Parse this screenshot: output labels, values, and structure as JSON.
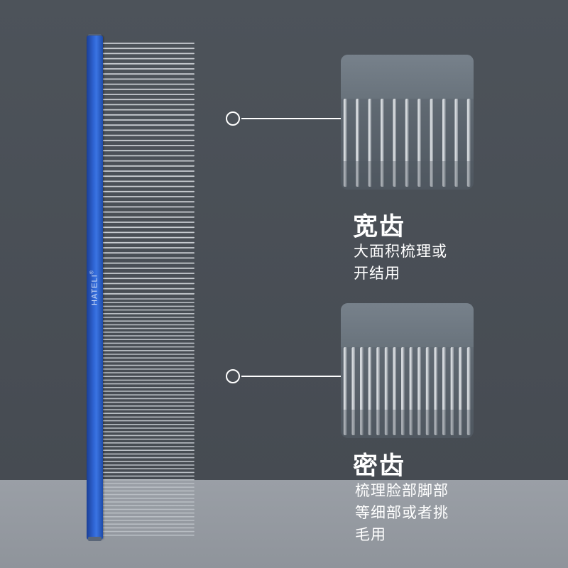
{
  "brand": {
    "name": "HATELI",
    "mark": "®"
  },
  "colors": {
    "spine": "#2f66d6",
    "teeth": "#c8ccd1",
    "background": "#4b5158"
  },
  "wide_teeth": {
    "title": "宽齿",
    "description": [
      "大面积梳理或",
      "开结用"
    ]
  },
  "fine_teeth": {
    "title": "密齿",
    "description": [
      "梳理脸部脚部",
      "等细部或者挑",
      "毛用"
    ]
  }
}
